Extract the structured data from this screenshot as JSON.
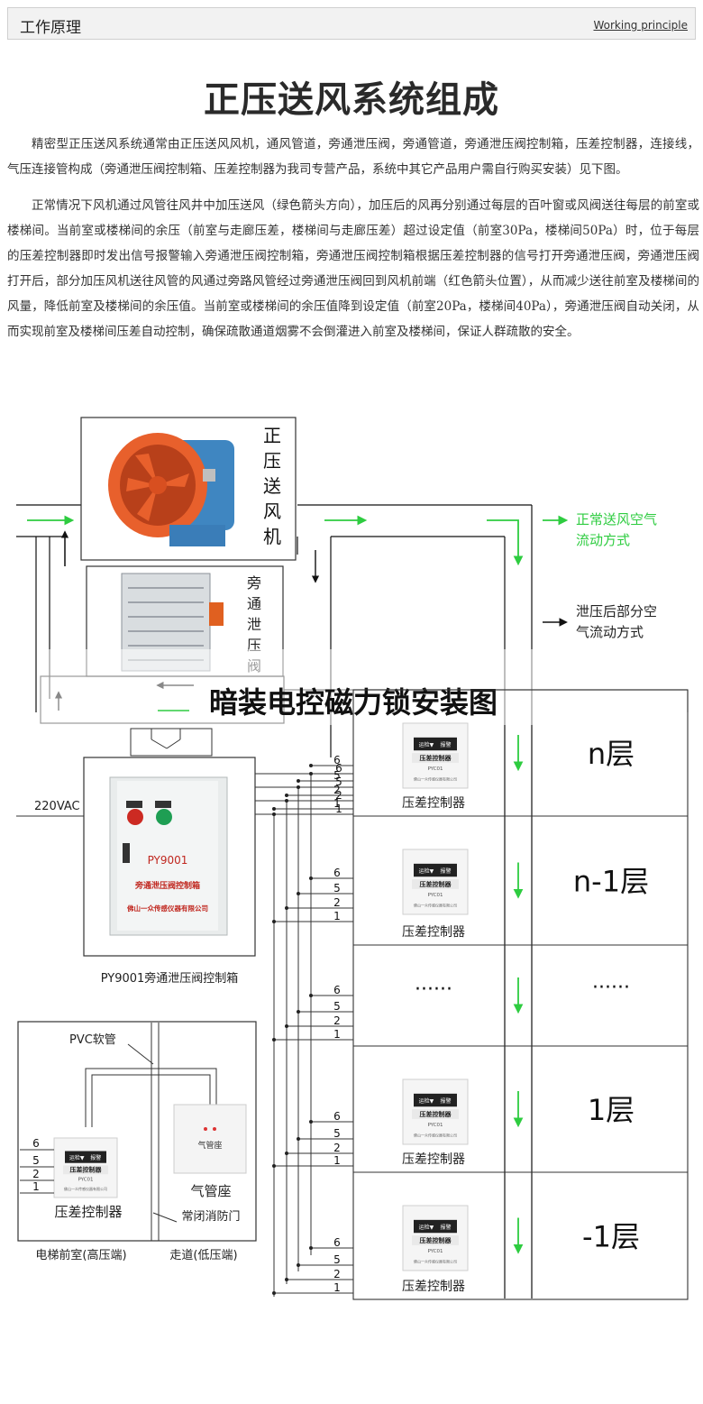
{
  "header": {
    "title": "工作原理",
    "link_en": "Working principle"
  },
  "title": "正压送风系统组成",
  "paragraphs": [
    "精密型正压送风系统通常由正压送风风机，通风管道，旁通泄压阀，旁通管道，旁通泄压阀控制箱，压差控制器，连接线，气压连接管构成（旁通泄压阀控制箱、压差控制器为我司专营产品，系统中其它产品用户需自行购买安装）见下图。",
    "正常情况下风机通过风管往风井中加压送风（绿色箭头方向），加压后的风再分别通过每层的百叶窗或风阀送往每层的前室或楼梯间。当前室或楼梯间的余压（前室与走廊压差，楼梯间与走廊压差）超过设定值（前室30Pa，楼梯间50Pa）时，位于每层的压差控制器即时发出信号报警输入旁通泄压阀控制箱，旁通泄压阀控制箱根据压差控制器的信号打开旁通泄压阀，旁通泄压阀打开后，部分加压风机送往风管的风通过旁路风管经过旁通泄压阀回到风机前端（红色箭头位置），从而减少送往前室及楼梯间的风量，降低前室及楼梯间的余压值。当前室或楼梯间的余压值降到设定值（前室20Pa，楼梯间40Pa），旁通泄压阀自动关闭，从而实现前室及楼梯间压差自动控制，确保疏散通道烟雾不会倒灌进入前室及楼梯间，保证人群疏散的安全。"
  ],
  "diagram": {
    "fan_label": [
      "正",
      "压",
      "送",
      "风",
      "机"
    ],
    "valve_label": [
      "旁",
      "通",
      "泄",
      "压",
      "阀"
    ],
    "legend_green": [
      "正常送风空气",
      "流动方式"
    ],
    "legend_black": [
      "泄压后部分空",
      "气流动方式"
    ],
    "watermark": "暗装电控磁力锁安装图",
    "voltage": "220VAC",
    "box_model": "PY9001",
    "box_name": "旁通泄压阀控制箱",
    "box_company": "佛山一众传感仪器有限公司",
    "box_caption": "PY9001旁通泄压阀控制箱",
    "controller_label": "压差控制器",
    "device_face": {
      "top_left": "运检▼",
      "top_right": "报警",
      "title": "压差控制器",
      "model": "PYC01",
      "company": "佛山一众传感仪器有限公司"
    },
    "wire_numbers": [
      "6",
      "5",
      "2",
      "1"
    ],
    "floors": [
      "n层",
      "n-1层",
      "······",
      "1层",
      "-1层"
    ],
    "pvc": "PVC软管",
    "air_seat": "气管座",
    "air_seat_face": "气管座",
    "door": "常闭消防门",
    "elevator": "电梯前室(高压端)",
    "corridor": "走道(低压端)"
  },
  "colors": {
    "green": "#2ecc40",
    "red_fan": "#e8602c",
    "blue_fan": "#3f86c1"
  }
}
